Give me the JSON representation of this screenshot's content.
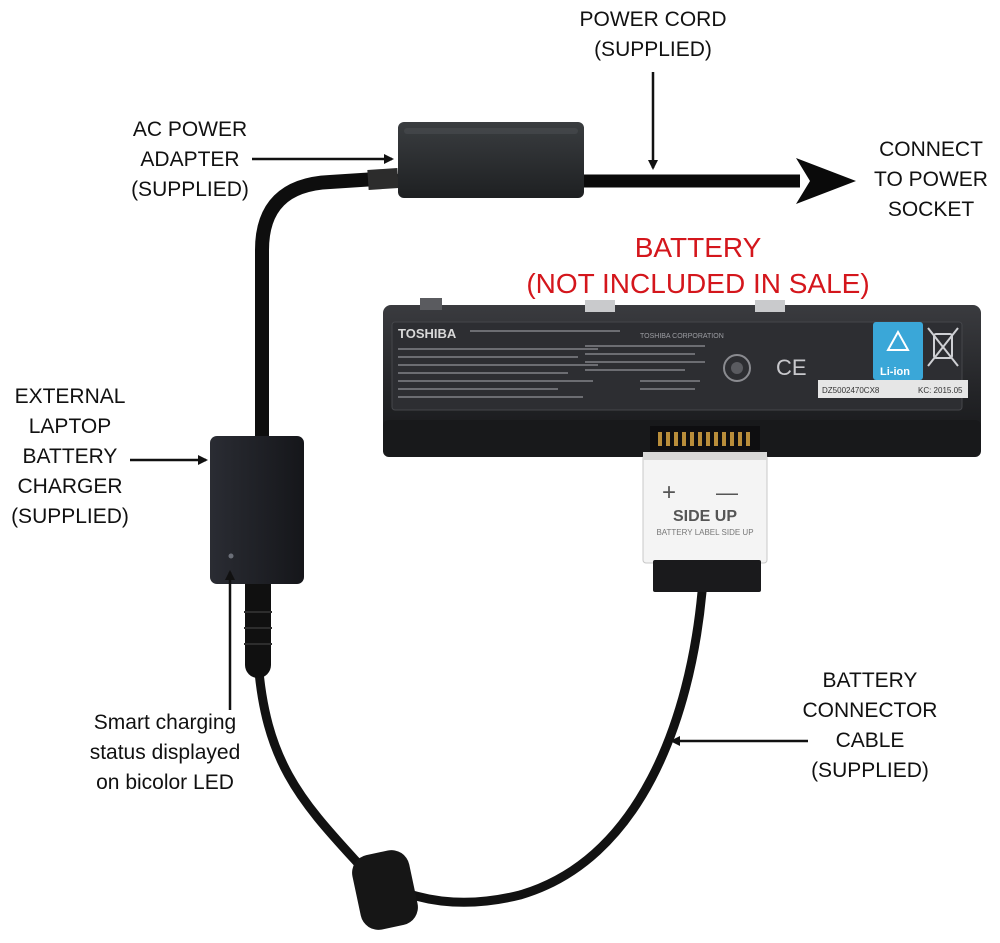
{
  "labels": {
    "power_cord": [
      "POWER CORD",
      "(SUPPLIED)"
    ],
    "ac_adapter": [
      "AC POWER",
      "ADAPTER",
      "(SUPPLIED)"
    ],
    "connect_socket": [
      "CONNECT",
      "TO POWER",
      "SOCKET"
    ],
    "battery_title": [
      "BATTERY",
      "(NOT INCLUDED IN SALE)"
    ],
    "external_charger": [
      "EXTERNAL",
      "LAPTOP",
      "BATTERY",
      "CHARGER",
      "(SUPPLIED)"
    ],
    "led_status": [
      "Smart charging",
      "status displayed",
      "on bicolor LED"
    ],
    "connector_cable": [
      "BATTERY",
      "CONNECTOR",
      "CABLE",
      "(SUPPLIED)"
    ]
  },
  "battery": {
    "brand": "TOSHIBA",
    "corporation": "TOSHIBA CORPORATION",
    "chemistry_badge": "Li-ion",
    "ce_mark": "CE",
    "serial": "DZ5002470CX8",
    "date_code": "KC: 2015.05"
  },
  "connector": {
    "plus": "+",
    "minus": "—",
    "side_up": "SIDE UP",
    "side_up_note": "BATTERY LABEL SIDE UP"
  },
  "colors": {
    "label_text": "#111111",
    "battery_title": "#d4161c",
    "device_body": "#1c1d21",
    "cable": "#0e0e0e",
    "battery_body": "#232427",
    "li_ion_badge": "#3aa7d8"
  }
}
